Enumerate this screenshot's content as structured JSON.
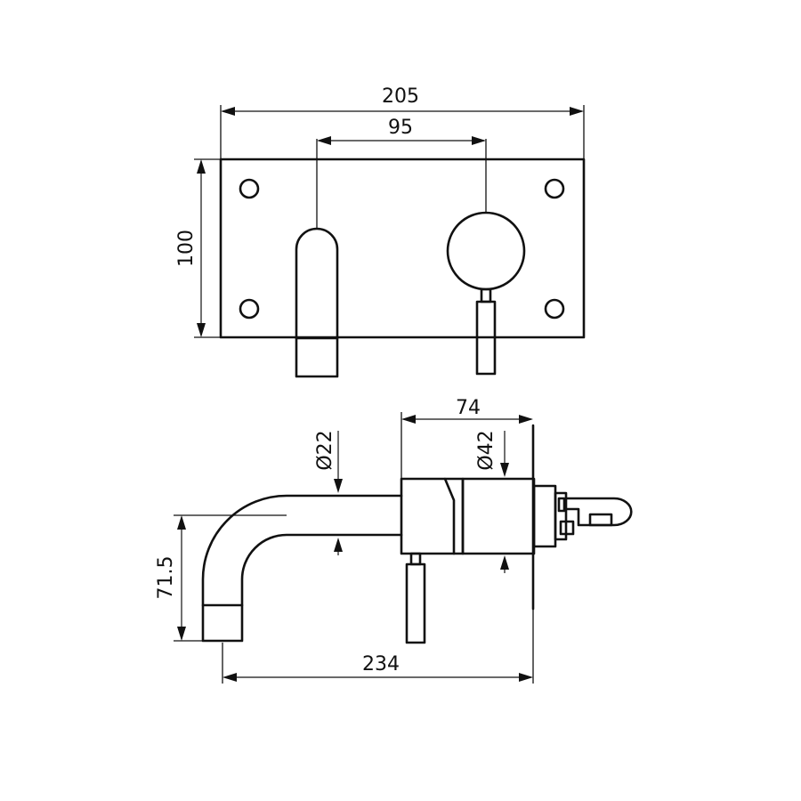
{
  "dimensions": {
    "plate_width": "205",
    "handle_spacing": "95",
    "plate_height": "100",
    "depth_74": "74",
    "diameter_42": "Ø42",
    "diameter_22": "Ø22",
    "spout_height": "71.5",
    "spout_projection": "234"
  }
}
